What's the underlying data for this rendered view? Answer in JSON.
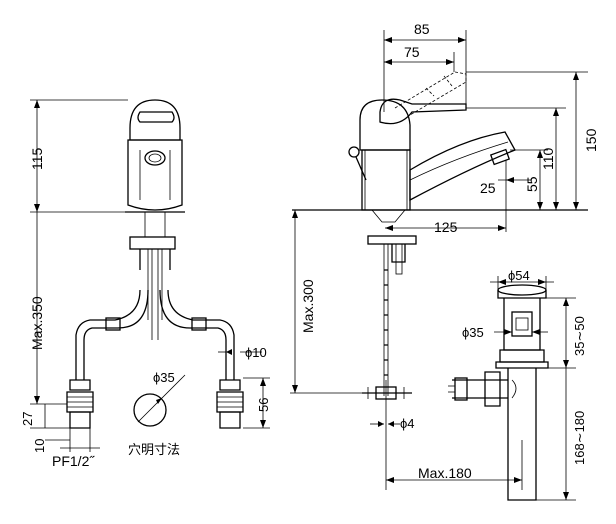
{
  "dimensions": {
    "left_height_115": "115",
    "left_max_350": "Max.350",
    "left_27": "27",
    "left_10": "10",
    "left_pf": "PF1/2˝",
    "left_phi10": "ϕ10",
    "left_56": "56",
    "left_phi35": "ϕ35",
    "hole_label": "穴明寸法",
    "right_85": "85",
    "right_75": "75",
    "right_150": "150",
    "right_110": "110",
    "right_55": "55",
    "right_25": "25",
    "right_125": "125",
    "right_max_300": "Max.300",
    "right_phi54": "ϕ54",
    "right_phi35": "ϕ35",
    "right_35_50": "35∼50",
    "right_168_180": "168∼180",
    "right_phi4": "ϕ4",
    "right_max_180": "Max.180"
  }
}
